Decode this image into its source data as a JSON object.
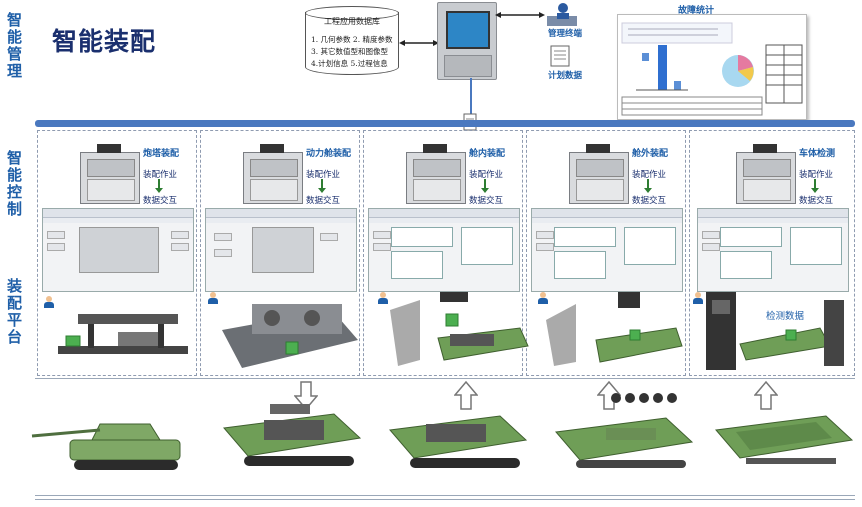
{
  "side_labels": {
    "management": "智能管理",
    "control": "智能控制",
    "platform": "装配平台"
  },
  "title": "智能装配",
  "database": {
    "title": "工程应用数据库",
    "lines": [
      "1. 几何参数 2. 精度参数",
      "3. 其它数值型和图像型",
      "4.计划信息 5.过程信息"
    ]
  },
  "labels": {
    "manager": "管理终端",
    "plan": "计划数据",
    "fault": "故障统计",
    "inspection_data": "检测数据"
  },
  "cells": [
    {
      "name": "炮塔装配",
      "op1": "装配作业",
      "op2": "数据交互"
    },
    {
      "name": "动力舱装配",
      "op1": "装配作业",
      "op2": "数据交互"
    },
    {
      "name": "舱内装配",
      "op1": "装配作业",
      "op2": "数据交互"
    },
    {
      "name": "舱外装配",
      "op1": "装配作业",
      "op2": "数据交互"
    },
    {
      "name": "车体检测",
      "op1": "装配作业",
      "op2": "数据交互"
    }
  ],
  "colors": {
    "accent": "#1f5fa8",
    "bus": "#4a78bf",
    "vehicle": "#6f9e57",
    "flow_arrow": "#2e7d32"
  }
}
